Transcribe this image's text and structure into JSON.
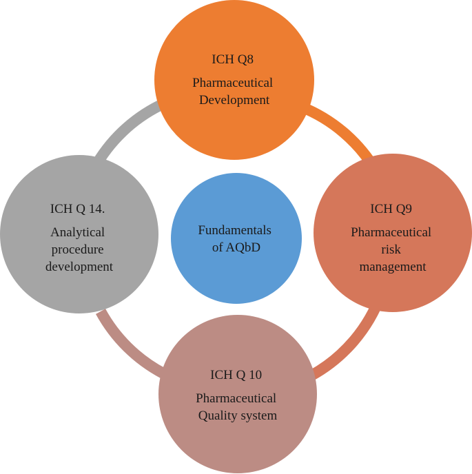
{
  "center": {
    "lines": [
      "Fundamentals",
      "of AQbD"
    ],
    "color": "#5b9bd5"
  },
  "nodes": {
    "top": {
      "lines": [
        "ICH Q8",
        "Pharmaceutical",
        "Development"
      ],
      "color": "#ed7d31"
    },
    "right": {
      "lines": [
        "ICH Q9",
        "Pharmaceutical",
        "risk",
        "management"
      ],
      "color": "#d5775a"
    },
    "bottom": {
      "lines": [
        "ICH Q 10",
        "Pharmaceutical",
        "Quality  system"
      ],
      "color": "#bc8c84"
    },
    "left": {
      "lines": [
        "ICH Q 14.",
        "Analytical",
        "procedure",
        "development"
      ],
      "color": "#a5a5a5"
    }
  },
  "ring_colors": {
    "top_right": "#ed7d31",
    "right_bottom": "#d5775a",
    "bottom_left": "#bc8c84",
    "left_top": "#a5a5a5"
  }
}
